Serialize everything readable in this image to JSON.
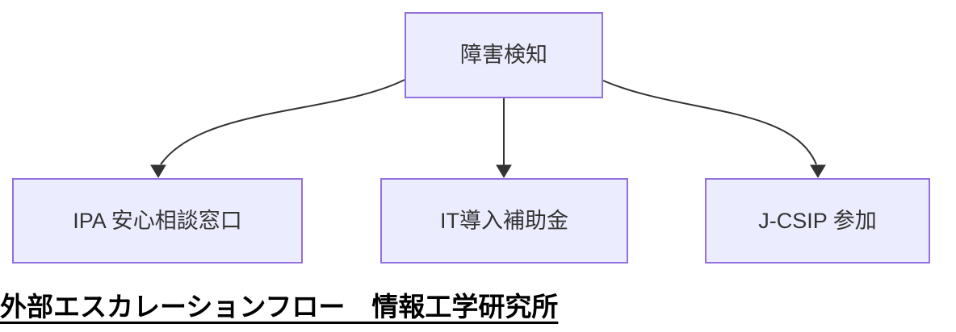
{
  "diagram": {
    "type": "flowchart",
    "direction": "top-down",
    "nodes": [
      {
        "id": "root",
        "label": "障害検知"
      },
      {
        "id": "left",
        "label": "IPA 安心相談窓口"
      },
      {
        "id": "middle",
        "label": "IT導入補助金"
      },
      {
        "id": "right",
        "label": "J-CSIP 参加"
      }
    ],
    "edges": [
      {
        "from": "障害検知",
        "to": "IPA 安心相談窓口"
      },
      {
        "from": "障害検知",
        "to": "IT導入補助金"
      },
      {
        "from": "障害検知",
        "to": "J-CSIP 参加"
      }
    ],
    "caption": "外部エスカレーションフロー　情報工学研究所",
    "colors": {
      "node_fill": "#ECECFF",
      "node_border": "#9370DB",
      "edge_line": "#333333",
      "node_text": "#333333",
      "caption_text": "#000000",
      "background": "#FFFFFF"
    }
  }
}
